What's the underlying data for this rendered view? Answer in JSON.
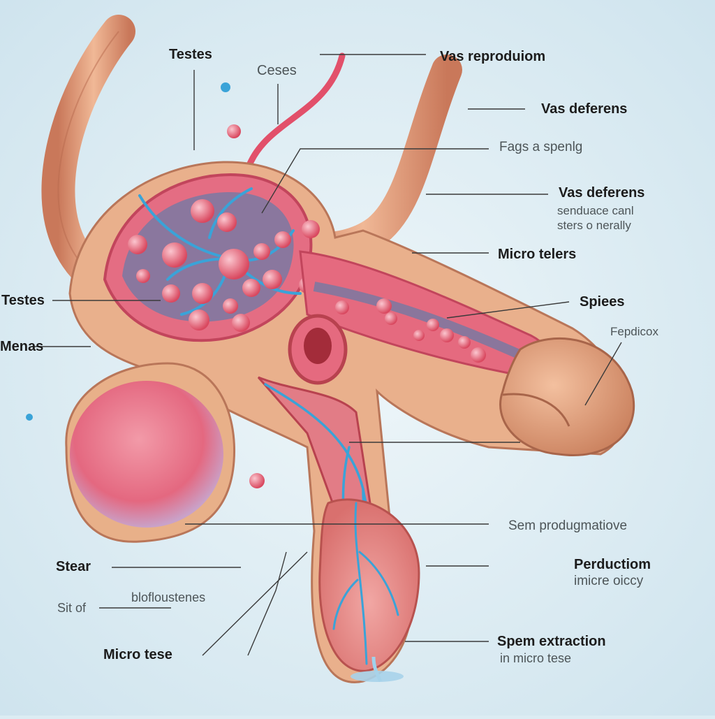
{
  "labels": {
    "testes_top": "Testes",
    "ceses": "Ceses",
    "vas_reproduiom": "Vas reproduiom",
    "vas_deferens_1": "Vas deferens",
    "fags_a_spenig": "Fags a spenlg",
    "vas_deferens_2": "Vas deferens",
    "sendance_canal": "senduace canl",
    "sters_o_nerally": "sters o nerally",
    "micro_telers": "Micro telers",
    "testes_left": "Testes",
    "spiees": "Spiees",
    "fepdicox": "Fepdicox",
    "menas": "Menas",
    "sem_produgmatiove": "Sem produgmatiove",
    "stear": "Stear",
    "perductiom": "Perductiom",
    "imicre_oiccy": "imicre oiccy",
    "sit_of": "Sit of",
    "blofloustenes": "blofloustenes",
    "spem_extraction": "Spem extraction",
    "in_micro_tese": "in micro tese",
    "micro_tese": "Micro tese"
  },
  "colors": {
    "background": "#dcecf3",
    "skin": "#e6a57f",
    "tissue_pink": "#e8607a",
    "vessel_blue": "#3f9fd0",
    "testis": "#ea6f86",
    "leader_line": "#3a3a3a"
  }
}
